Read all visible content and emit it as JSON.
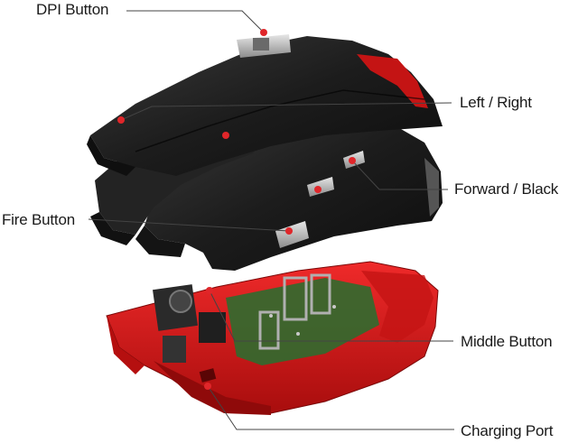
{
  "labels": {
    "dpi_button": "DPI Button",
    "left_right": "Left / Right",
    "forward_back": "Forward / Black",
    "fire_button": "Fire Button",
    "middle_button": "Middle Button",
    "charging_port": "Charging Port"
  },
  "colors": {
    "shell": "#1e1e1e",
    "base": "#d61818",
    "pcb": "#2f6b2f",
    "marker": "#e0262a",
    "leader": "#444444"
  }
}
